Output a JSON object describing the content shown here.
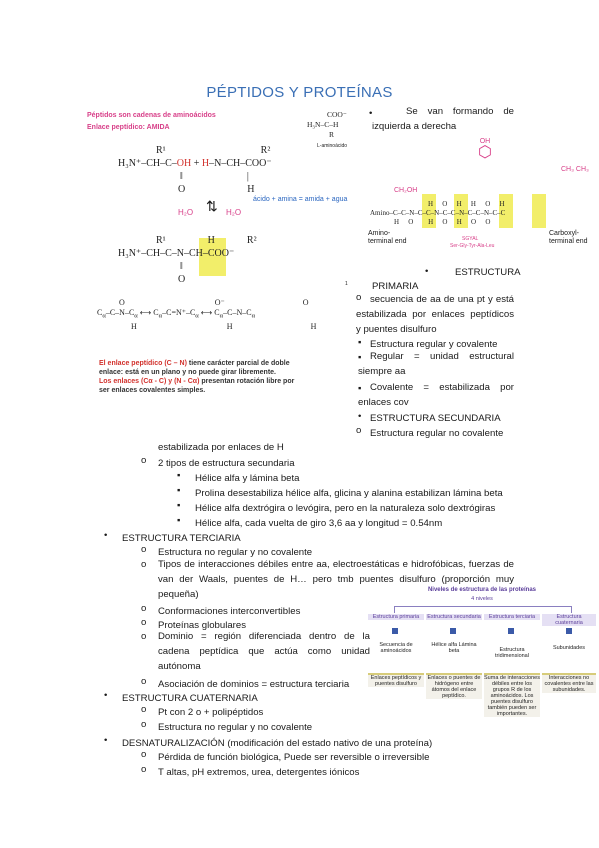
{
  "title": "PÉPTIDOS Y PROTEÍNAS",
  "fig1": {
    "header1": "Péptidos son cadenas de aminoácidos",
    "header2": "Enlace peptídico: AMIDA",
    "aminoacid_label": "L-aminoácido",
    "reaction_note": "ácido + amina = amida + agua",
    "water_left": "H₂O",
    "water_right": "H₂O",
    "r1": "R¹",
    "r2": "R²",
    "note_red1": "El enlace peptídico (C – N)",
    "note_black1": "tiene carácter parcial de doble enlace: está en un plano y no puede girar libremente.",
    "note_red2": "Los enlaces (Cα - C) y (N - Cα)",
    "note_black2": "presentan rotación libre por ser enlaces covalentes simples."
  },
  "fig2": {
    "left_label": "Amino-terminal end",
    "right_label": "Carboxyl-terminal end",
    "caption1": "SGYAL",
    "caption2": "Ser-Gly-Tyr-Ala-Leu",
    "residue_top1": "CH₂OH",
    "residue_top2": "OH",
    "residue_top3": "CH₃ CH₃"
  },
  "right_column": {
    "bullet1": [
      "Se van formando de",
      "izquierda a derecha"
    ],
    "estructura_primaria": [
      "ESTRUCTURA",
      "PRIMARIA"
    ],
    "primaria_items": [
      [
        "secuencia de aa de una pt y está",
        "estabilizada por enlaces peptídicos",
        "y puentes disulfuro"
      ]
    ],
    "bullet_items": [
      [
        "Estructura regular y covalente"
      ],
      [
        "Regular = unidad estructural",
        "siempre aa"
      ],
      [
        "Covalente = estabilizada por",
        "enlaces cov"
      ]
    ],
    "estructura_secundaria": "ESTRUCTURA SECUNDARIA",
    "secundaria_item": "Estructura regular no covalente"
  },
  "full_width": {
    "secundaria_cont": "estabilizada por enlaces de H",
    "tipos": "2 tipos de estructura secundaria",
    "sub_items": [
      "Hélice alfa y lámina beta",
      "Prolina desestabiliza hélice alfa, glicina y alanina estabilizan lámina beta",
      "Hélice alfa dextrógira o levógira, pero en la naturaleza solo dextrógiras",
      "Hélice alfa, cada vuelta de giro 3,6 aa y longitud = 0.54nm"
    ],
    "terciaria": "ESTRUCTURA TERCIARIA",
    "terciaria_items": [
      "Estructura no regular y no covalente",
      "Tipos de interacciones débiles entre aa, electroestáticas e hidrofóbicas, fuerzas de van der Waals, puentes de H… pero tmb puentes disulfuro (proporción muy pequeña)",
      "Conformaciones interconvertibles",
      "Proteínas globulares",
      "Dominio = región diferenciada dentro de la cadena peptídica que actúa como unidad autónoma",
      "Asociación de dominios = estructura terciaria"
    ],
    "cuaternaria": "ESTRUCTURA CUATERNARIA",
    "cuaternaria_items": [
      "Pt con 2 o + polipéptidos",
      "Estructura no regular y no covalente"
    ],
    "desnat": "DESNATURALIZACIÓN (modificación del estado nativo de una proteína)",
    "desnat_items": [
      "Pérdida de función biológica, Puede ser reversible o irreversible",
      "T altas, pH extremos, urea, detergentes iónicos"
    ]
  },
  "levels_fig": {
    "title": "Niveles de estructura de las proteínas",
    "subtitle": "4 niveles",
    "headers": [
      "Estructura primaria",
      "Estructura secundaria",
      "Estructura terciaria",
      "Estructura cuaternaria"
    ],
    "row1": [
      "Secuencia de aminoácidos",
      "Hélice alfa Lámina beta",
      "Estructura tridimensional",
      "Subunidades"
    ],
    "row2": [
      "Enlaces peptídicos y puentes disulfuro",
      "Enlaces o puentes de hidrógeno entre átomos del enlace peptídico.",
      "Suma de interacciones débiles entre los grupos R de los aminoácidos. Los puentes disulfuro también pueden ser importantes.",
      "Interacciones no covalentes entre las subunidades."
    ]
  }
}
